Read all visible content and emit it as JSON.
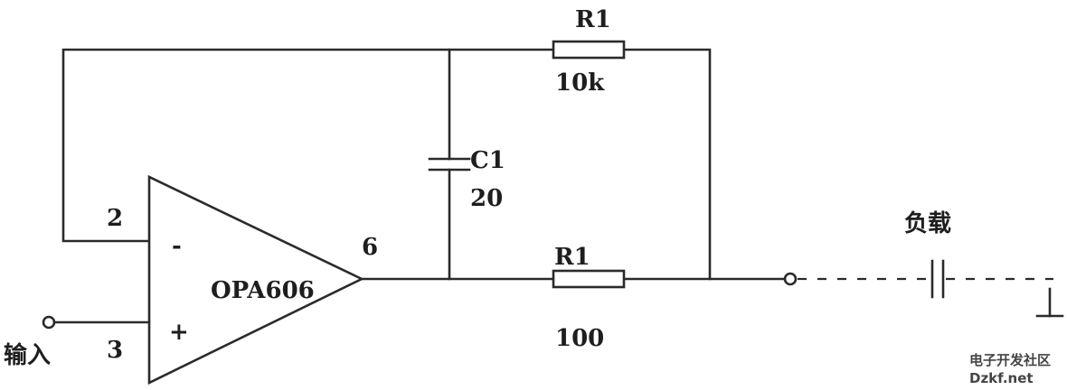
{
  "amplifier": {
    "name": "OPA606",
    "inverting_pin": "2",
    "noninverting_pin": "3",
    "output_pin": "6",
    "minus_sign": "-",
    "plus_sign": "+"
  },
  "input": {
    "label": "输入"
  },
  "feedback_resistor": {
    "name": "R1",
    "value": "10k"
  },
  "capacitor": {
    "name": "C1",
    "value": "20"
  },
  "output_resistor": {
    "name": "R1",
    "value": "100"
  },
  "load": {
    "label": "负载"
  },
  "watermark": {
    "line1": "电子开发社区",
    "line2": "Dzkf.net"
  }
}
